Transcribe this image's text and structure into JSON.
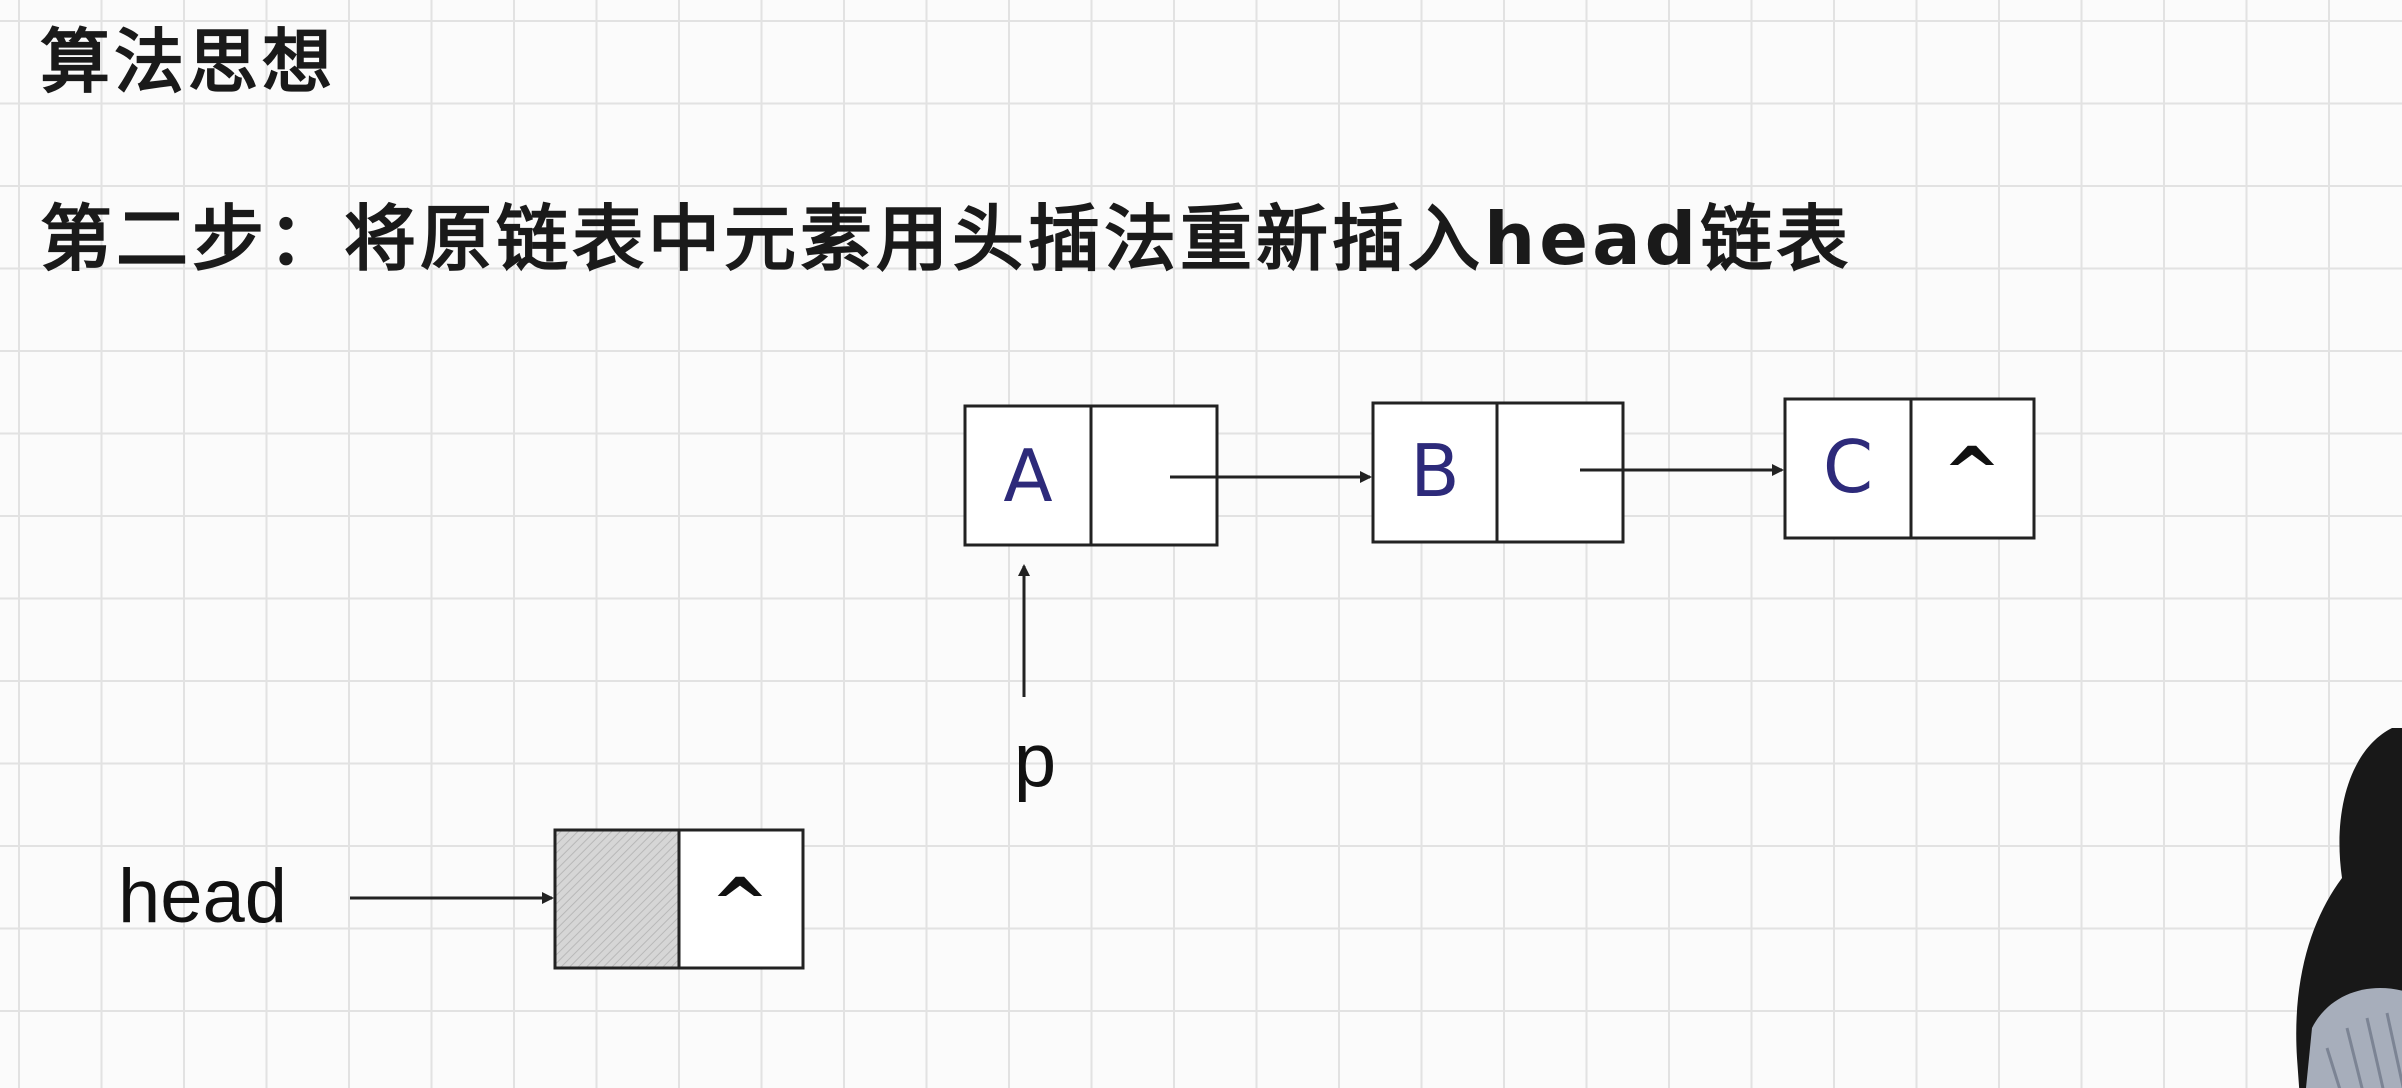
{
  "title": "算法思想",
  "step_text": "第二步：将原链表中元素用头插法重新插入head链表",
  "list_nodes": [
    {
      "data": "A",
      "next": ""
    },
    {
      "data": "B",
      "next": ""
    },
    {
      "data": "C",
      "next": "^"
    }
  ],
  "head_node": {
    "data": "",
    "next": "^"
  },
  "pointer_p": "p",
  "pointer_head": "head",
  "colors": {
    "node_letter": "#2d2a7a",
    "stroke": "#222222",
    "grid": "#e2e2e2",
    "head_node_fill": "#d6d6d6"
  }
}
